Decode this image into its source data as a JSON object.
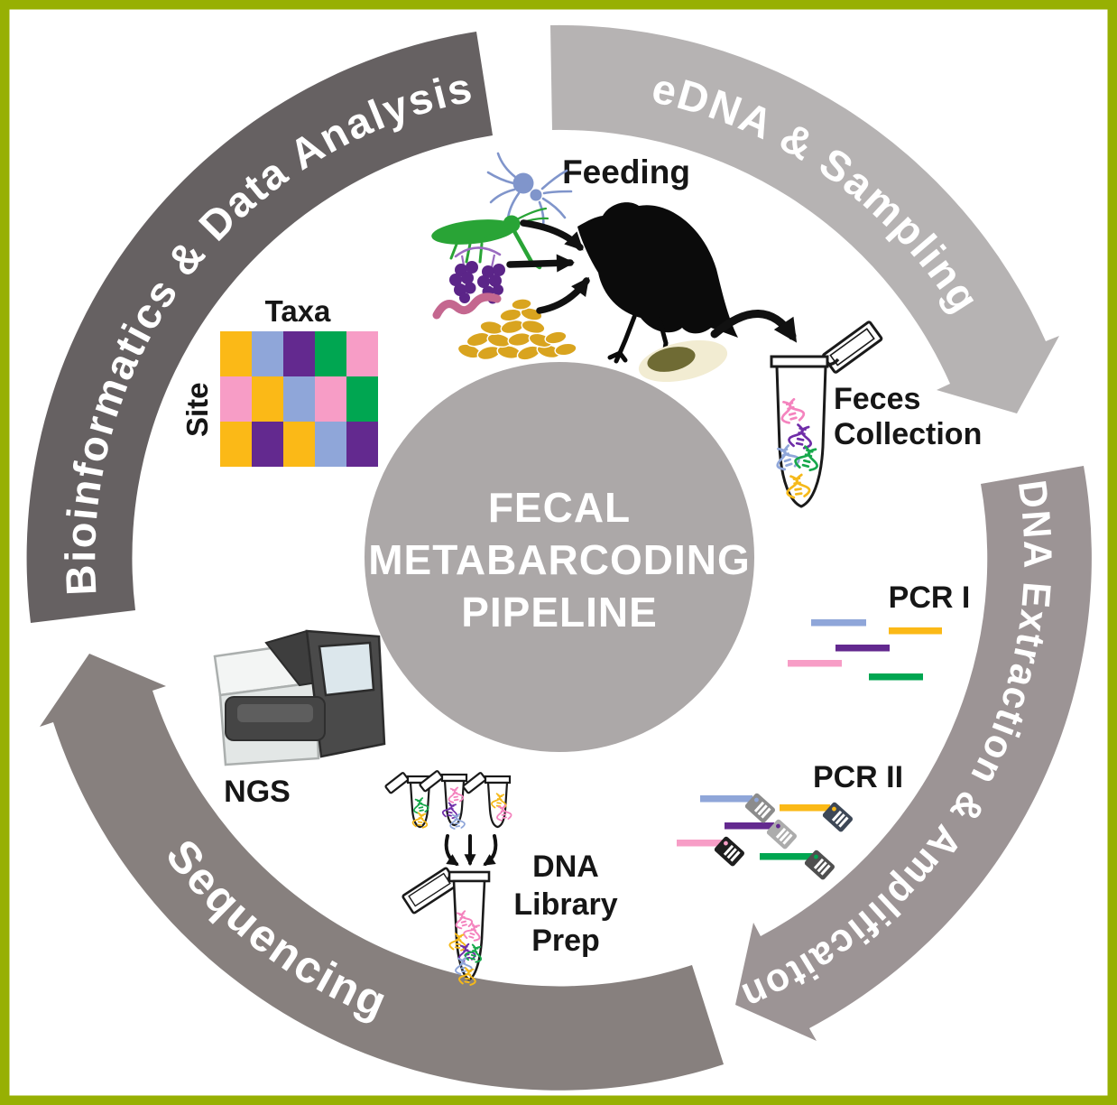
{
  "frame": {
    "border_color": "#97B003",
    "background": "#FFFFFF"
  },
  "center": {
    "circle_color": "#ACA8A8",
    "text_color": "#FFFFFF",
    "title_lines": [
      "FECAL",
      "METABARCODING",
      "PIPELINE"
    ]
  },
  "ring": {
    "flow": "clockwise",
    "segments": [
      {
        "label": "eDNA & Sampling",
        "color": "#B6B3B3",
        "has_arrowhead": true
      },
      {
        "label": "DNA Extraction & Amplificaiton",
        "color": "#9C9495",
        "has_arrowhead": true
      },
      {
        "label": "Sequencing",
        "color": "#87807E",
        "has_arrowhead": true
      },
      {
        "label": "Bioinformatics & Data Analysis",
        "color": "#666162",
        "has_arrowhead": false
      }
    ]
  },
  "steps": {
    "feeding": {
      "label": "Feeding",
      "food_items": [
        "spider",
        "grasshopper",
        "berries",
        "worm",
        "seeds"
      ],
      "consumer": "bird"
    },
    "feces_collection": {
      "line1": "Feces",
      "line2": "Collection"
    },
    "pcr1": {
      "label": "PCR I",
      "band_colors": [
        "periwinkle",
        "gold",
        "purple",
        "pink",
        "green"
      ]
    },
    "pcr2": {
      "label": "PCR II",
      "band_colors": [
        "periwinkle",
        "gold",
        "purple",
        "pink",
        "green"
      ],
      "tag_colors": [
        "#8C8C8C",
        "#3D4756",
        "#ACACAC",
        "#1E1E1E",
        "#4F4F4F"
      ]
    },
    "ngs": {
      "label": "NGS"
    },
    "library_prep": {
      "line1": "DNA",
      "line2": "Library",
      "line3": "Prep"
    },
    "data_analysis": {
      "col_label": "Taxa",
      "row_label": "Site"
    }
  },
  "heatmap": {
    "rows": 3,
    "cols": 5,
    "cells": [
      [
        "gold",
        "periwinkle",
        "purple",
        "green",
        "pink"
      ],
      [
        "pink",
        "gold",
        "periwinkle",
        "pink",
        "green"
      ],
      [
        "gold",
        "purple",
        "gold",
        "periwinkle",
        "purple"
      ]
    ]
  },
  "palette": {
    "gold": "#FBB917",
    "periwinkle": "#8FA6D9",
    "purple": "#63298F",
    "green": "#00A651",
    "pink": "#F79DC6",
    "helix_pink": "#F483BE",
    "helix_purple": "#6F2DA8",
    "helix_blue": "#8FA6D9",
    "helix_green": "#17A84B",
    "helix_gold": "#F5B91A",
    "spider_blue": "#8095CB",
    "grasshopper_green": "#29A436",
    "berry_purple": "#5B2588",
    "berry_stem": "#9A6BC0",
    "worm_mauve": "#C4678F",
    "seed_gold": "#D9A41F",
    "feces_cream": "#F2ECD2",
    "feces_olive": "#6F6B34"
  }
}
